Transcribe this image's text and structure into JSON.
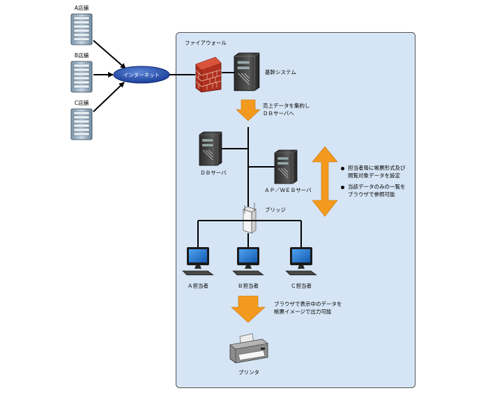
{
  "region": {
    "title": "ファイアウォール"
  },
  "stores": [
    "A店舗",
    "B店舗",
    "C店舗"
  ],
  "internet": {
    "label": "インターネット"
  },
  "core": {
    "label": "基幹システム"
  },
  "step1": {
    "line1": "売上データを集約し",
    "line2": "ＤＢサーバへ"
  },
  "servers": {
    "db": "ＤＢサーバ",
    "ap": "ＡＰ／ＷＥＢサーバ"
  },
  "bridge": {
    "label": "ブリッジ"
  },
  "notes": [
    {
      "line1": "担当者毎に帳票形式及び",
      "line2": "閲覧対象データを設定"
    },
    {
      "line1": "当該データのみの一覧を",
      "line2": "ブラウザで参照可能"
    }
  ],
  "clients": [
    "Ａ担当者",
    "Ｂ担当者",
    "Ｃ担当者"
  ],
  "step2": {
    "line1": "ブラウザで表示中のデータを",
    "line2": "帳票イメージで出力可能"
  },
  "printer": {
    "label": "プリンタ"
  },
  "colors": {
    "panel_fill": "#d6e5f5",
    "panel_border": "#555555",
    "arrow_orange": "#f39a1e",
    "internet_blue": "#1d3e9e",
    "brick_red": "#c0392b",
    "monitor_blue": "#1f6fc4"
  }
}
